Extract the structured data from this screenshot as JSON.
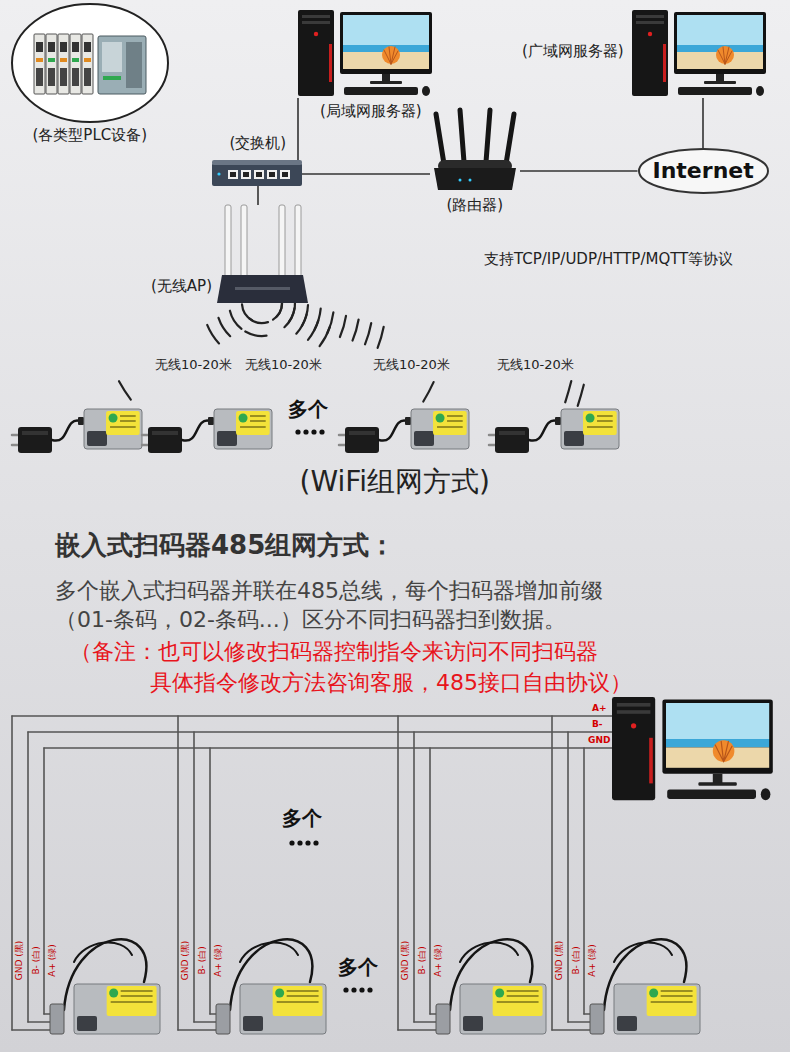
{
  "diagram": {
    "nodes": [
      {
        "text": [
          "(各类型PLC设备)"
        ]
      },
      {
        "text": [
          "(局域网服务器)"
        ]
      },
      {
        "text": [
          "(广域网服务器)"
        ]
      },
      {
        "text": [
          "(交换机)"
        ]
      },
      {
        "text": [
          "(路由器)"
        ]
      },
      {
        "text": [
          "Internet"
        ]
      },
      {
        "text": [
          "(无线AP)"
        ]
      }
    ],
    "edges": [
      {
        "from": 1,
        "to": 3,
        "arrow": "none"
      },
      {
        "from": 3,
        "to": 4,
        "arrow": "none"
      },
      {
        "from": 4,
        "to": 5,
        "arrow": "none"
      },
      {
        "from": 5,
        "to": 2,
        "arrow": "none"
      },
      {
        "from": 3,
        "to": 6,
        "arrow": "none"
      }
    ],
    "labels": [
      "支持TCP/IP/UDP/HTTP/MQTT等协议",
      "无线10-20米",
      "无线10-20米",
      "无线10-20米",
      "无线10-20米",
      "多个",
      "(WiFi组网方式)",
      "嵌入式扫码器485组网方式：",
      "多个嵌入式扫码器并联在485总线，每个扫码器增加前缀 （01-条码，02-条码...）区分不同扫码器扫到数据。",
      "（备注：也可以修改扫码器控制指令来访问不同扫码器 具体指令修改方法咨询客服，485接口自由协议）",
      "A+",
      "B-",
      "GND",
      "多个",
      "多个",
      "GND (黑)",
      "B- (白)",
      "A+ (绿)",
      "GND (黑)",
      "B- (白)",
      "A+ (绿)",
      "GND (黑)",
      "B- (白)",
      "A+ (绿)",
      "GND (黑)",
      "B- (白)",
      "A+ (绿)"
    ]
  }
}
